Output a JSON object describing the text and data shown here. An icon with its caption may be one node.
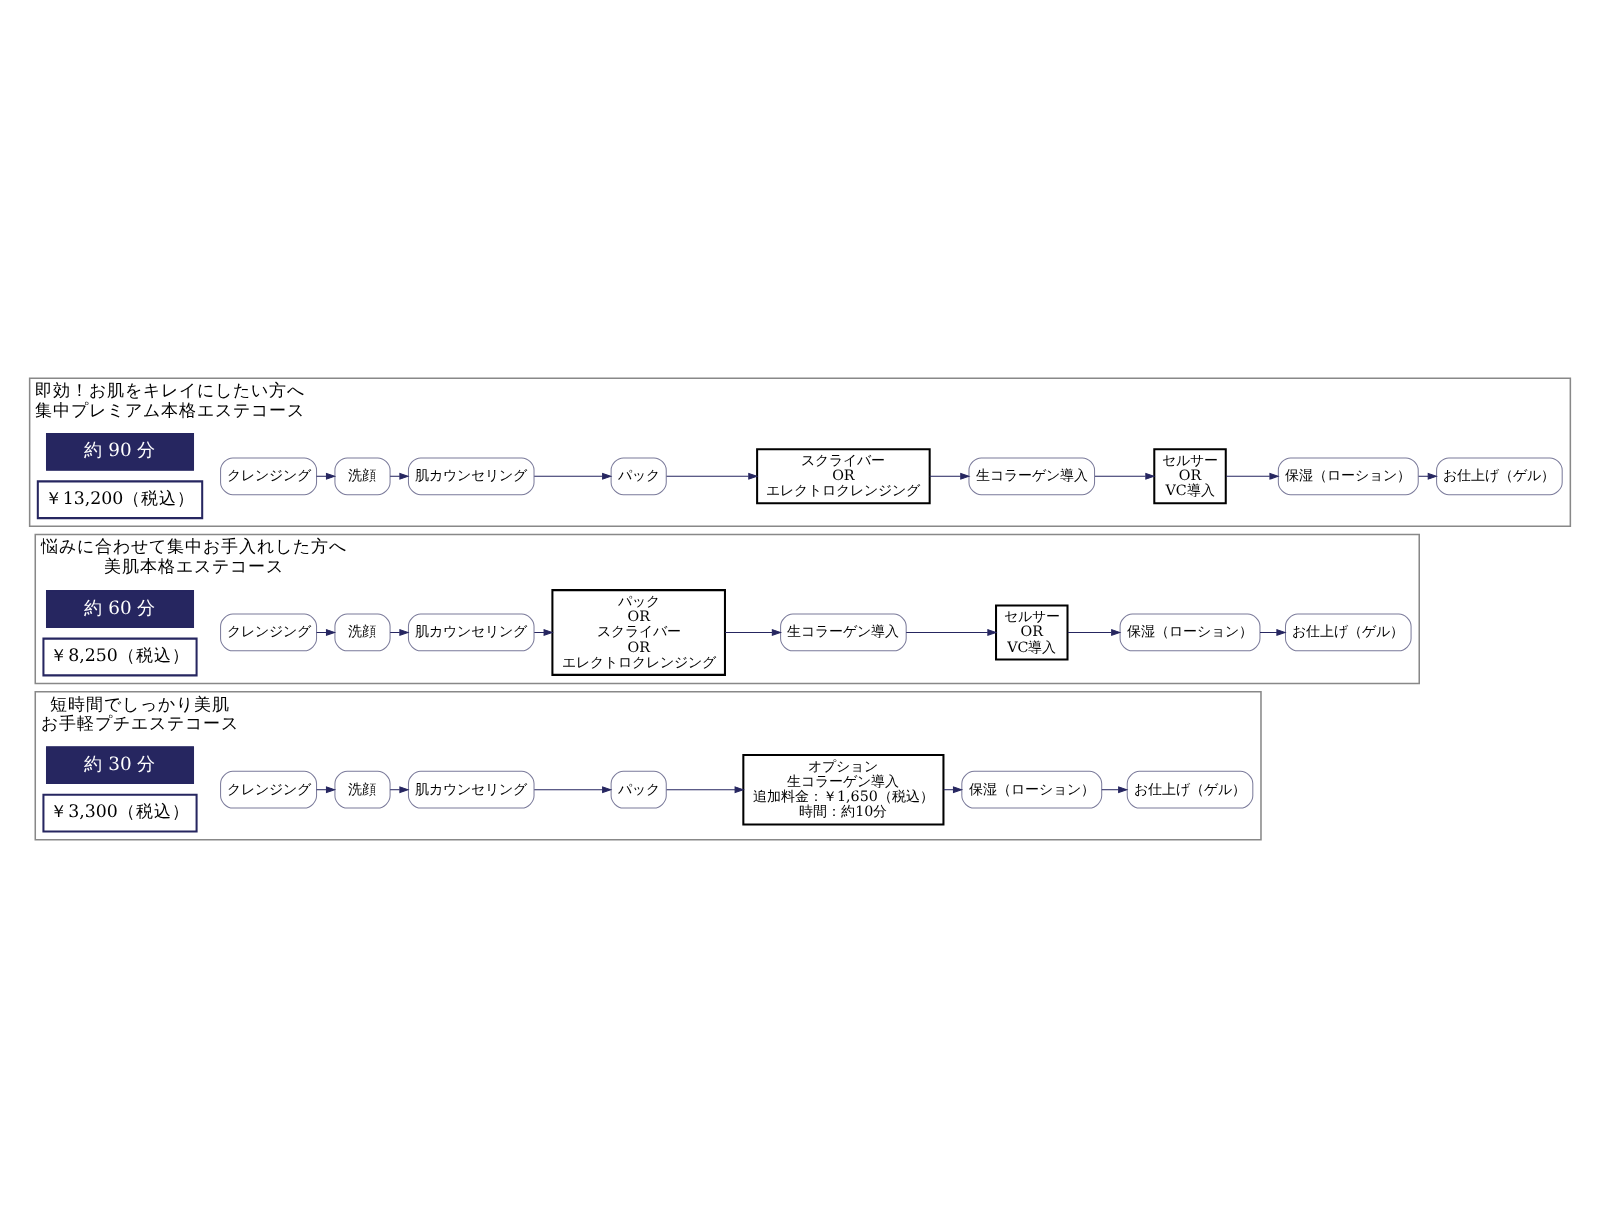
{
  "diagram": {
    "nodes": [
      {
        "text": [
          "短時間でしっかり美肌",
          "お手軽プチエステコース"
        ]
      },
      {
        "text": [
          "約 30 分"
        ],
        "in": 0
      },
      {
        "text": [
          "￥3,300（税込）"
        ],
        "in": 0
      },
      {
        "text": [
          "クレンジング"
        ],
        "in": 0
      },
      {
        "text": [
          "洗顔"
        ],
        "in": 0
      },
      {
        "text": [
          "肌カウンセリング"
        ],
        "in": 0
      },
      {
        "text": [
          "パック"
        ],
        "in": 0
      },
      {
        "text": [
          "オプション",
          "生コラーゲン導入",
          "追加料金：￥1,650（税込）",
          "時間：約10分"
        ],
        "in": 0
      },
      {
        "text": [
          "保湿（ローション）"
        ],
        "in": 0
      },
      {
        "text": [
          "お仕上げ（ゲル）"
        ],
        "in": 0
      },
      {
        "text": [
          "悩みに合わせて集中お手入れした方へ",
          "美肌本格エステコース"
        ]
      },
      {
        "text": [
          "約 60 分"
        ],
        "in": 10
      },
      {
        "text": [
          "￥8,250（税込）"
        ],
        "in": 10
      },
      {
        "text": [
          "クレンジング"
        ],
        "in": 10
      },
      {
        "text": [
          "洗顔"
        ],
        "in": 10
      },
      {
        "text": [
          "肌カウンセリング"
        ],
        "in": 10
      },
      {
        "text": [
          "パック",
          "OR",
          "スクライバー",
          "OR",
          "エレクトロクレンジング"
        ],
        "in": 10
      },
      {
        "text": [
          "生コラーゲン導入"
        ],
        "in": 10
      },
      {
        "text": [
          "セルサー",
          "OR",
          "VC導入"
        ],
        "in": 10
      },
      {
        "text": [
          "保湿（ローション）"
        ],
        "in": 10
      },
      {
        "text": [
          "お仕上げ（ゲル）"
        ],
        "in": 10
      },
      {
        "text": [
          "即効！お肌をキレイにしたい方へ",
          "集中プレミアム本格エステコース"
        ]
      },
      {
        "text": [
          "約 90 分"
        ],
        "in": 21
      },
      {
        "text": [
          "￥13,200（税込）"
        ],
        "in": 21
      },
      {
        "text": [
          "クレンジング"
        ],
        "in": 21
      },
      {
        "text": [
          "洗顔"
        ],
        "in": 21
      },
      {
        "text": [
          "肌カウンセリング"
        ],
        "in": 21
      },
      {
        "text": [
          "パック"
        ],
        "in": 21
      },
      {
        "text": [
          "スクライバー",
          "OR",
          "エレクトロクレンジング"
        ],
        "in": 21
      },
      {
        "text": [
          "生コラーゲン導入"
        ],
        "in": 21
      },
      {
        "text": [
          "セルサー",
          "OR",
          "VC導入"
        ],
        "in": 21
      },
      {
        "text": [
          "保湿（ローション）"
        ],
        "in": 21
      },
      {
        "text": [
          "お仕上げ（ゲル）"
        ],
        "in": 21
      }
    ],
    "edges": [
      {
        "from": 3,
        "to": 4,
        "arrow": "to"
      },
      {
        "from": 4,
        "to": 5,
        "arrow": "to"
      },
      {
        "from": 5,
        "to": 6,
        "arrow": "to"
      },
      {
        "from": 6,
        "to": 7,
        "arrow": "to"
      },
      {
        "from": 7,
        "to": 8,
        "arrow": "to"
      },
      {
        "from": 8,
        "to": 9,
        "arrow": "to"
      },
      {
        "from": 13,
        "to": 14,
        "arrow": "to"
      },
      {
        "from": 14,
        "to": 15,
        "arrow": "to"
      },
      {
        "from": 15,
        "to": 16,
        "arrow": "to"
      },
      {
        "from": 16,
        "to": 17,
        "arrow": "to"
      },
      {
        "from": 17,
        "to": 18,
        "arrow": "to"
      },
      {
        "from": 18,
        "to": 19,
        "arrow": "to"
      },
      {
        "from": 19,
        "to": 20,
        "arrow": "to"
      },
      {
        "from": 24,
        "to": 25,
        "arrow": "to"
      },
      {
        "from": 25,
        "to": 26,
        "arrow": "to"
      },
      {
        "from": 26,
        "to": 27,
        "arrow": "to"
      },
      {
        "from": 27,
        "to": 28,
        "arrow": "to"
      },
      {
        "from": 28,
        "to": 29,
        "arrow": "to"
      },
      {
        "from": 29,
        "to": 30,
        "arrow": "to"
      },
      {
        "from": 30,
        "to": 31,
        "arrow": "to"
      },
      {
        "from": 31,
        "to": 32,
        "arrow": "to"
      }
    ]
  }
}
